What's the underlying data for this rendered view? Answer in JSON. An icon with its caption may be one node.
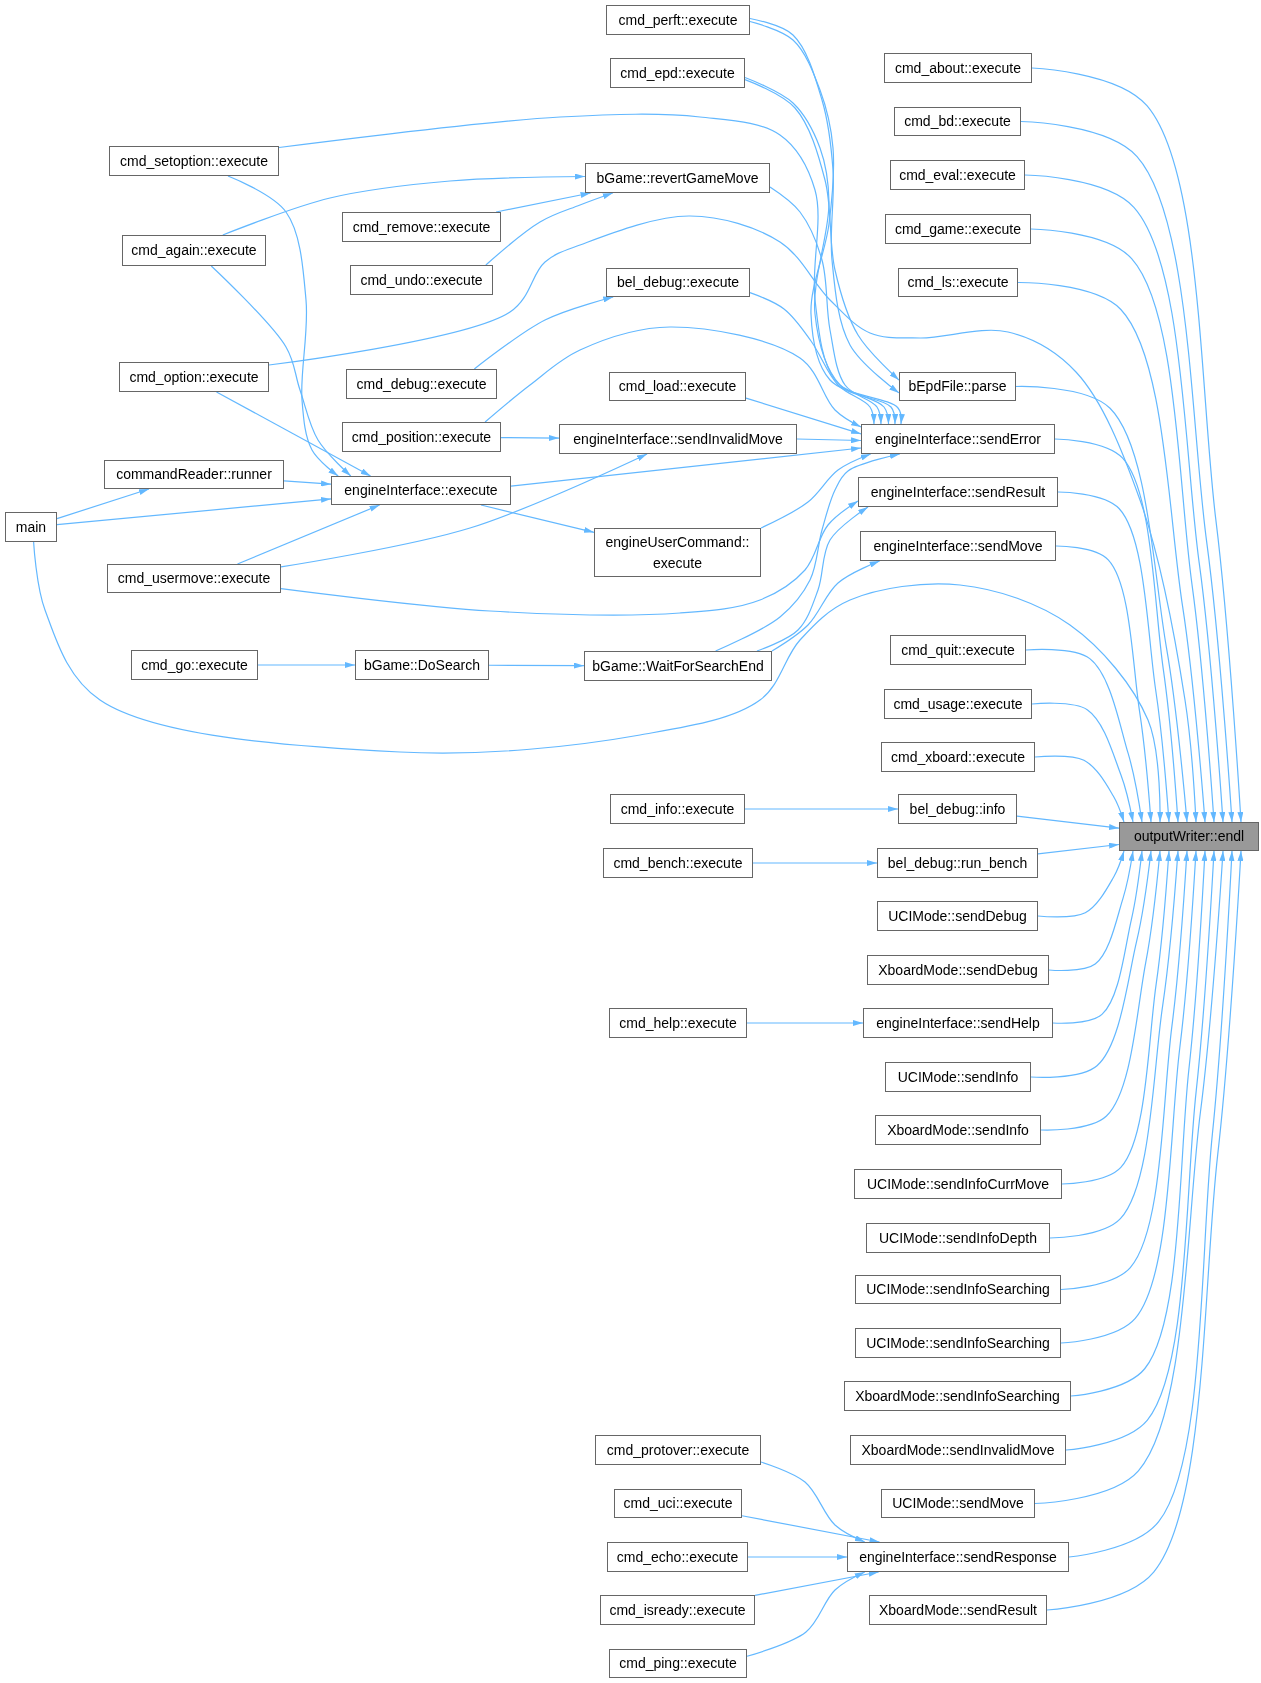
{
  "diagram": {
    "nodes": [
      {
        "text": [
          "main"
        ]
      },
      {
        "text": [
          "cmd_setoption::execute"
        ]
      },
      {
        "text": [
          "cmd_again::execute"
        ]
      },
      {
        "text": [
          "cmd_option::execute"
        ]
      },
      {
        "text": [
          "commandReader::runner"
        ]
      },
      {
        "text": [
          "cmd_usermove::execute"
        ]
      },
      {
        "text": [
          "cmd_go::execute"
        ]
      },
      {
        "text": [
          "cmd_remove::execute"
        ]
      },
      {
        "text": [
          "cmd_undo::execute"
        ]
      },
      {
        "text": [
          "cmd_debug::execute"
        ]
      },
      {
        "text": [
          "cmd_position::execute"
        ]
      },
      {
        "text": [
          "engineInterface::execute"
        ]
      },
      {
        "text": [
          "bGame::DoSearch"
        ]
      },
      {
        "text": [
          "cmd_perft::execute"
        ]
      },
      {
        "text": [
          "cmd_epd::execute"
        ]
      },
      {
        "text": [
          "bGame::revertGameMove"
        ]
      },
      {
        "text": [
          "bel_debug::execute"
        ]
      },
      {
        "text": [
          "cmd_load::execute"
        ]
      },
      {
        "text": [
          "engineInterface::sendInvalidMove"
        ]
      },
      {
        "text": [
          "engineUserCommand:: execute"
        ]
      },
      {
        "text": [
          "bGame::WaitForSearchEnd"
        ]
      },
      {
        "text": [
          "cmd_info::execute"
        ]
      },
      {
        "text": [
          "cmd_bench::execute"
        ]
      },
      {
        "text": [
          "cmd_help::execute"
        ]
      },
      {
        "text": [
          "cmd_protover::execute"
        ]
      },
      {
        "text": [
          "cmd_uci::execute"
        ]
      },
      {
        "text": [
          "cmd_echo::execute"
        ]
      },
      {
        "text": [
          "cmd_isready::execute"
        ]
      },
      {
        "text": [
          "cmd_ping::execute"
        ]
      },
      {
        "text": [
          "cmd_about::execute"
        ]
      },
      {
        "text": [
          "cmd_bd::execute"
        ]
      },
      {
        "text": [
          "cmd_eval::execute"
        ]
      },
      {
        "text": [
          "cmd_game::execute"
        ]
      },
      {
        "text": [
          "cmd_ls::execute"
        ]
      },
      {
        "text": [
          "bEpdFile::parse"
        ]
      },
      {
        "text": [
          "engineInterface::sendError"
        ]
      },
      {
        "text": [
          "engineInterface::sendResult"
        ]
      },
      {
        "text": [
          "engineInterface::sendMove"
        ]
      },
      {
        "text": [
          "cmd_quit::execute"
        ]
      },
      {
        "text": [
          "cmd_usage::execute"
        ]
      },
      {
        "text": [
          "cmd_xboard::execute"
        ]
      },
      {
        "text": [
          "bel_debug::info"
        ]
      },
      {
        "text": [
          "bel_debug::run_bench"
        ]
      },
      {
        "text": [
          "UCIMode::sendDebug"
        ]
      },
      {
        "text": [
          "XboardMode::sendDebug"
        ]
      },
      {
        "text": [
          "engineInterface::sendHelp"
        ]
      },
      {
        "text": [
          "UCIMode::sendInfo"
        ]
      },
      {
        "text": [
          "XboardMode::sendInfo"
        ]
      },
      {
        "text": [
          "UCIMode::sendInfoCurrMove"
        ]
      },
      {
        "text": [
          "UCIMode::sendInfoDepth"
        ]
      },
      {
        "text": [
          "UCIMode::sendInfoSearching"
        ]
      },
      {
        "text": [
          "UCIMode::sendInfoSearching"
        ]
      },
      {
        "text": [
          "XboardMode::sendInfoSearching"
        ]
      },
      {
        "text": [
          "XboardMode::sendInvalidMove"
        ]
      },
      {
        "text": [
          "UCIMode::sendMove"
        ]
      },
      {
        "text": [
          "engineInterface::sendResponse"
        ]
      },
      {
        "text": [
          "XboardMode::sendResult"
        ]
      },
      {
        "text": [
          "outputWriter::endl"
        ]
      }
    ],
    "edges": [
      {
        "from": 0,
        "to": 4,
        "arrow": "to"
      },
      {
        "from": 0,
        "to": 11,
        "arrow": "to"
      },
      {
        "from": 0,
        "to": 57,
        "arrow": "to"
      },
      {
        "from": 1,
        "to": 11,
        "arrow": "to"
      },
      {
        "from": 1,
        "to": 35,
        "arrow": "to"
      },
      {
        "from": 2,
        "to": 15,
        "arrow": "to"
      },
      {
        "from": 2,
        "to": 11,
        "arrow": "to"
      },
      {
        "from": 3,
        "to": 11,
        "arrow": "to"
      },
      {
        "from": 3,
        "to": 57,
        "arrow": "to"
      },
      {
        "from": 4,
        "to": 11,
        "arrow": "to"
      },
      {
        "from": 5,
        "to": 11,
        "arrow": "to"
      },
      {
        "from": 5,
        "to": 18,
        "arrow": "to"
      },
      {
        "from": 5,
        "to": 36,
        "arrow": "to"
      },
      {
        "from": 6,
        "to": 12,
        "arrow": "to"
      },
      {
        "from": 7,
        "to": 15,
        "arrow": "to"
      },
      {
        "from": 8,
        "to": 15,
        "arrow": "to"
      },
      {
        "from": 9,
        "to": 16,
        "arrow": "to"
      },
      {
        "from": 10,
        "to": 18,
        "arrow": "to"
      },
      {
        "from": 10,
        "to": 35,
        "arrow": "to"
      },
      {
        "from": 11,
        "to": 35,
        "arrow": "to"
      },
      {
        "from": 11,
        "to": 19,
        "arrow": "to"
      },
      {
        "from": 12,
        "to": 20,
        "arrow": "to"
      },
      {
        "from": 13,
        "to": 35,
        "arrow": "to"
      },
      {
        "from": 13,
        "to": 34,
        "arrow": "to"
      },
      {
        "from": 14,
        "to": 35,
        "arrow": "to"
      },
      {
        "from": 14,
        "to": 34,
        "arrow": "to"
      },
      {
        "from": 15,
        "to": 35,
        "arrow": "to"
      },
      {
        "from": 16,
        "to": 35,
        "arrow": "to"
      },
      {
        "from": 17,
        "to": 35,
        "arrow": "to"
      },
      {
        "from": 18,
        "to": 35,
        "arrow": "to"
      },
      {
        "from": 19,
        "to": 35,
        "arrow": "to"
      },
      {
        "from": 20,
        "to": 35,
        "arrow": "to"
      },
      {
        "from": 20,
        "to": 36,
        "arrow": "to"
      },
      {
        "from": 20,
        "to": 37,
        "arrow": "to"
      },
      {
        "from": 21,
        "to": 41,
        "arrow": "to"
      },
      {
        "from": 22,
        "to": 42,
        "arrow": "to"
      },
      {
        "from": 23,
        "to": 45,
        "arrow": "to"
      },
      {
        "from": 24,
        "to": 55,
        "arrow": "to"
      },
      {
        "from": 25,
        "to": 55,
        "arrow": "to"
      },
      {
        "from": 26,
        "to": 55,
        "arrow": "to"
      },
      {
        "from": 27,
        "to": 55,
        "arrow": "to"
      },
      {
        "from": 28,
        "to": 55,
        "arrow": "to"
      },
      {
        "from": 29,
        "to": 57,
        "arrow": "to"
      },
      {
        "from": 30,
        "to": 57,
        "arrow": "to"
      },
      {
        "from": 31,
        "to": 57,
        "arrow": "to"
      },
      {
        "from": 32,
        "to": 57,
        "arrow": "to"
      },
      {
        "from": 33,
        "to": 57,
        "arrow": "to"
      },
      {
        "from": 34,
        "to": 57,
        "arrow": "to"
      },
      {
        "from": 35,
        "to": 57,
        "arrow": "to"
      },
      {
        "from": 36,
        "to": 57,
        "arrow": "to"
      },
      {
        "from": 37,
        "to": 57,
        "arrow": "to"
      },
      {
        "from": 38,
        "to": 57,
        "arrow": "to"
      },
      {
        "from": 39,
        "to": 57,
        "arrow": "to"
      },
      {
        "from": 40,
        "to": 57,
        "arrow": "to"
      },
      {
        "from": 41,
        "to": 57,
        "arrow": "to"
      },
      {
        "from": 42,
        "to": 57,
        "arrow": "to"
      },
      {
        "from": 43,
        "to": 57,
        "arrow": "to"
      },
      {
        "from": 44,
        "to": 57,
        "arrow": "to"
      },
      {
        "from": 45,
        "to": 57,
        "arrow": "to"
      },
      {
        "from": 46,
        "to": 57,
        "arrow": "to"
      },
      {
        "from": 47,
        "to": 57,
        "arrow": "to"
      },
      {
        "from": 48,
        "to": 57,
        "arrow": "to"
      },
      {
        "from": 49,
        "to": 57,
        "arrow": "to"
      },
      {
        "from": 50,
        "to": 57,
        "arrow": "to"
      },
      {
        "from": 51,
        "to": 57,
        "arrow": "to"
      },
      {
        "from": 52,
        "to": 57,
        "arrow": "to"
      },
      {
        "from": 53,
        "to": 57,
        "arrow": "to"
      },
      {
        "from": 54,
        "to": 57,
        "arrow": "to"
      },
      {
        "from": 55,
        "to": 57,
        "arrow": "to"
      },
      {
        "from": 56,
        "to": 57,
        "arrow": "to"
      }
    ]
  }
}
